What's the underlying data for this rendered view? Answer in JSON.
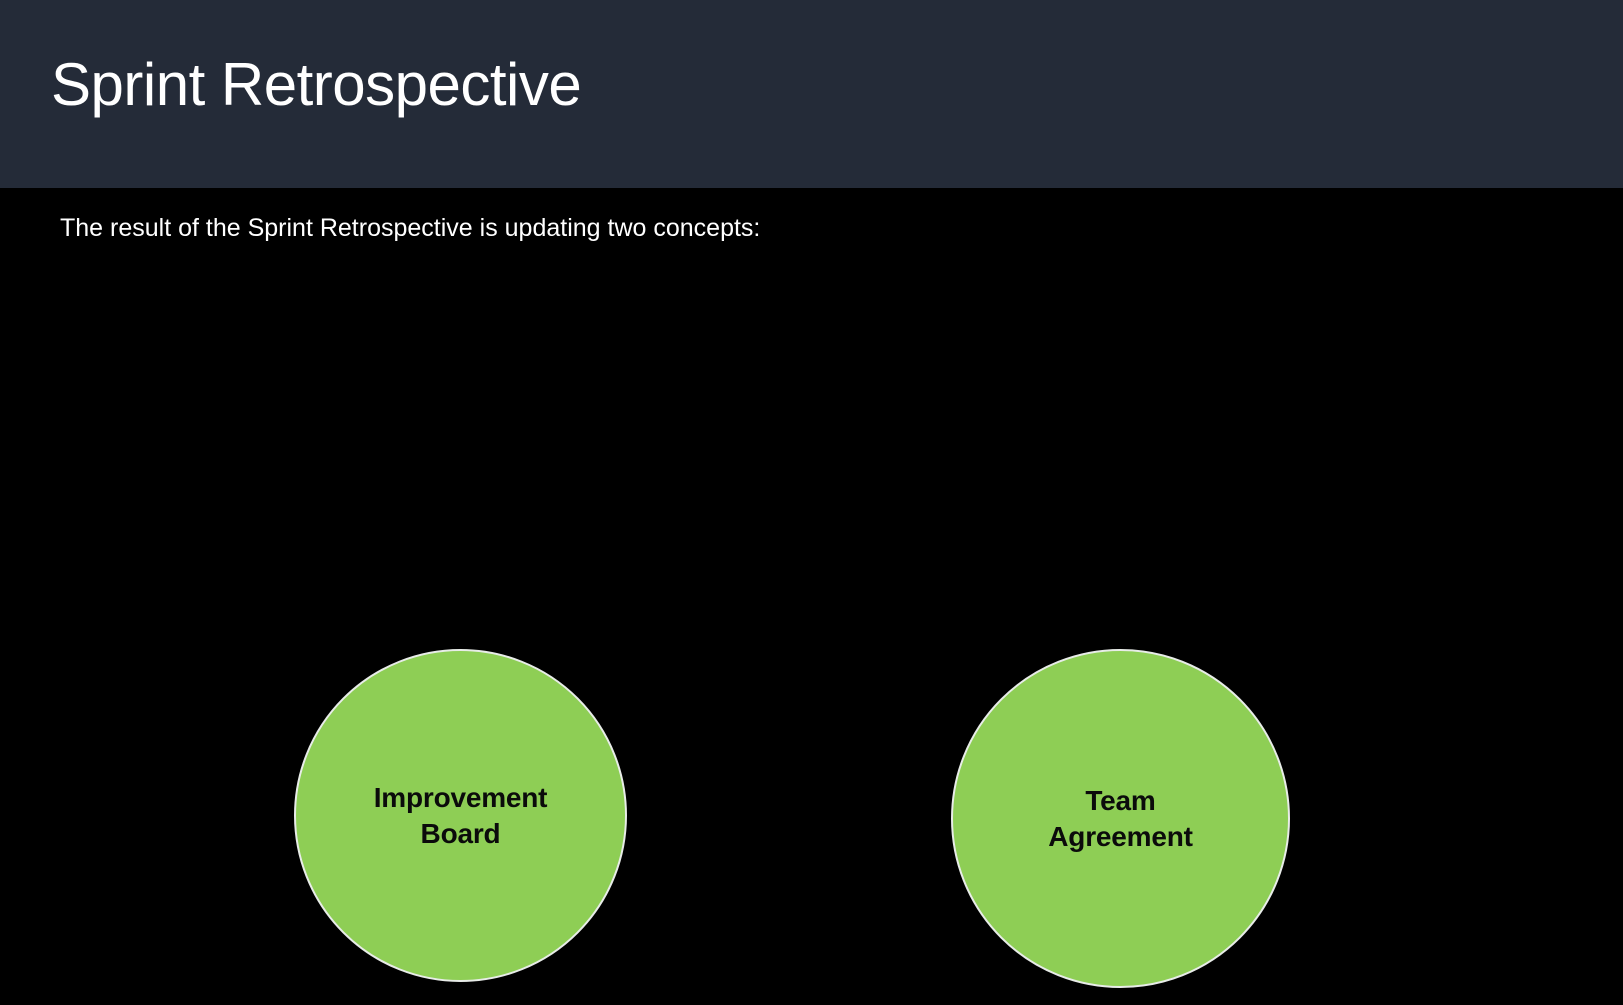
{
  "slide": {
    "title": "Sprint Retrospective",
    "subtitle": "The result of the Sprint Retrospective is updating two concepts:",
    "header_background": "#242b38",
    "body_background": "#000000",
    "title_color": "#ffffff",
    "subtitle_color": "#ffffff"
  },
  "concepts": [
    {
      "id": "improvement-board",
      "label": "Improvement\nBoard",
      "fill_color": "#8ece55",
      "border_color": "#e8ece8",
      "text_color": "#0b0b0b"
    },
    {
      "id": "team-agreement",
      "label": "Team\nAgreement",
      "fill_color": "#8ece55",
      "border_color": "#e8ece8",
      "text_color": "#0b0b0b"
    }
  ]
}
